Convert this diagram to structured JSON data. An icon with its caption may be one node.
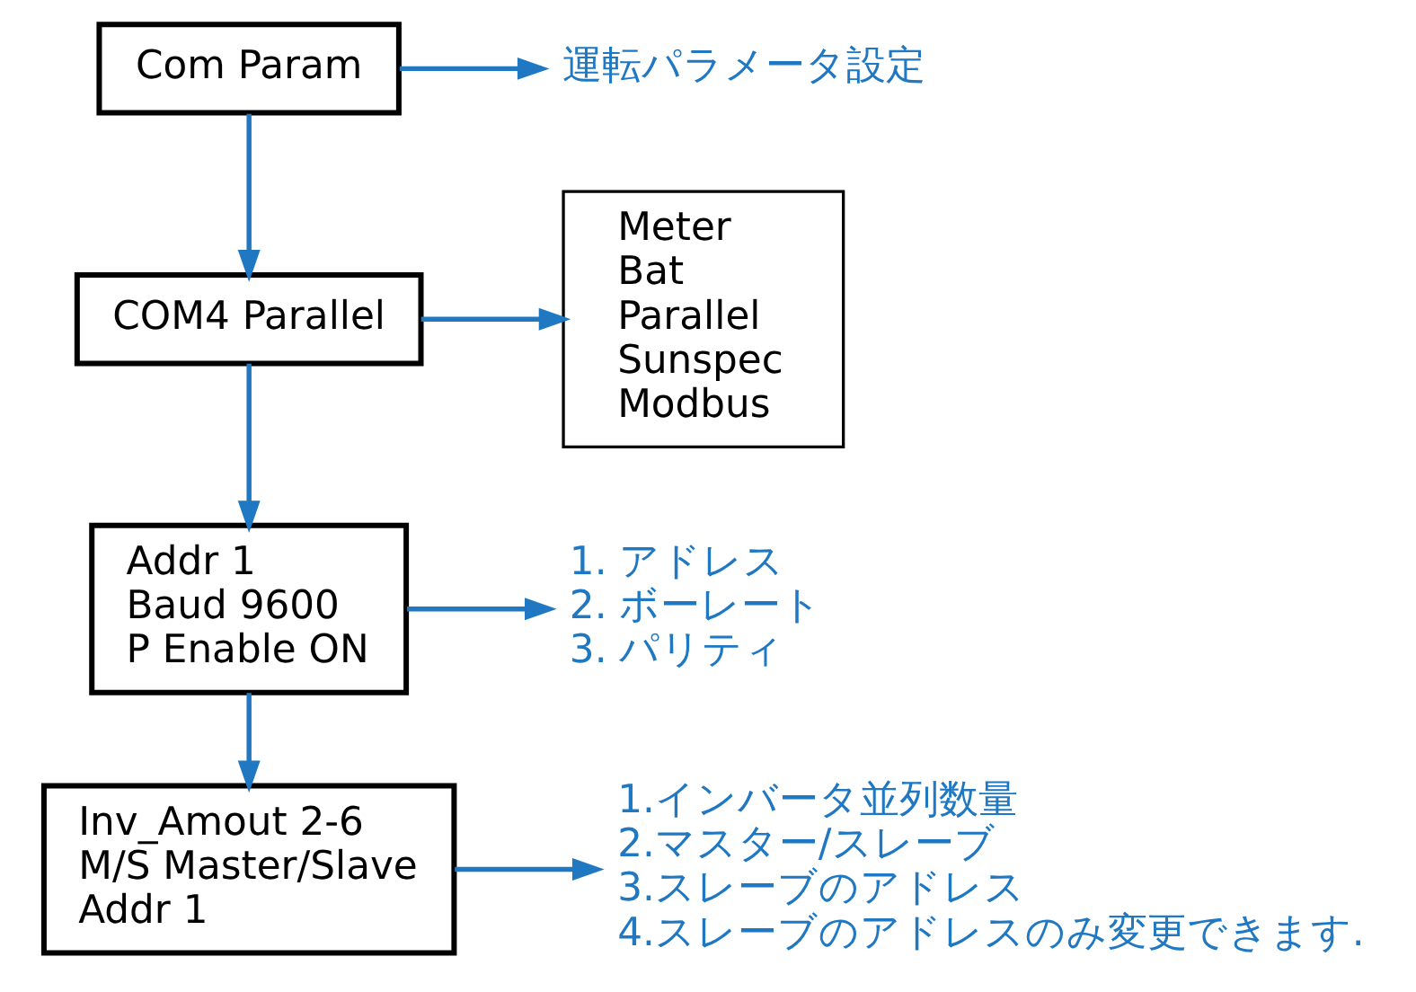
{
  "diagram": {
    "nodes": [
      {
        "text": [
          "Com Param"
        ]
      },
      {
        "text": [
          "運転パラメータ設定"
        ]
      },
      {
        "text": [
          "COM4 Parallel"
        ]
      },
      {
        "text": [
          "Meter",
          "Bat",
          "Parallel",
          "Sunspec",
          "Modbus"
        ]
      },
      {
        "text": [
          "Addr 1",
          "Baud 9600",
          "P Enable ON"
        ]
      },
      {
        "text": [
          "1. アドレス",
          "2. ボーレート",
          "3. パリティ"
        ]
      },
      {
        "text": [
          "Inv_Amout 2-6",
          "M/S Master/Slave",
          "Addr 1"
        ]
      },
      {
        "text": [
          "1.インバータ並列数量",
          "2.マスター/スレーブ",
          "3.スレーブのアドレス",
          "4.スレーブのアドレスのみ変更できます."
        ]
      }
    ],
    "edges": [
      {
        "from": 0,
        "to": 1,
        "arrow": "to"
      },
      {
        "from": 0,
        "to": 2,
        "arrow": "to"
      },
      {
        "from": 2,
        "to": 3,
        "arrow": "to"
      },
      {
        "from": 2,
        "to": 4,
        "arrow": "to"
      },
      {
        "from": 4,
        "to": 5,
        "arrow": "to"
      },
      {
        "from": 4,
        "to": 6,
        "arrow": "to"
      },
      {
        "from": 6,
        "to": 7,
        "arrow": "to"
      }
    ]
  }
}
